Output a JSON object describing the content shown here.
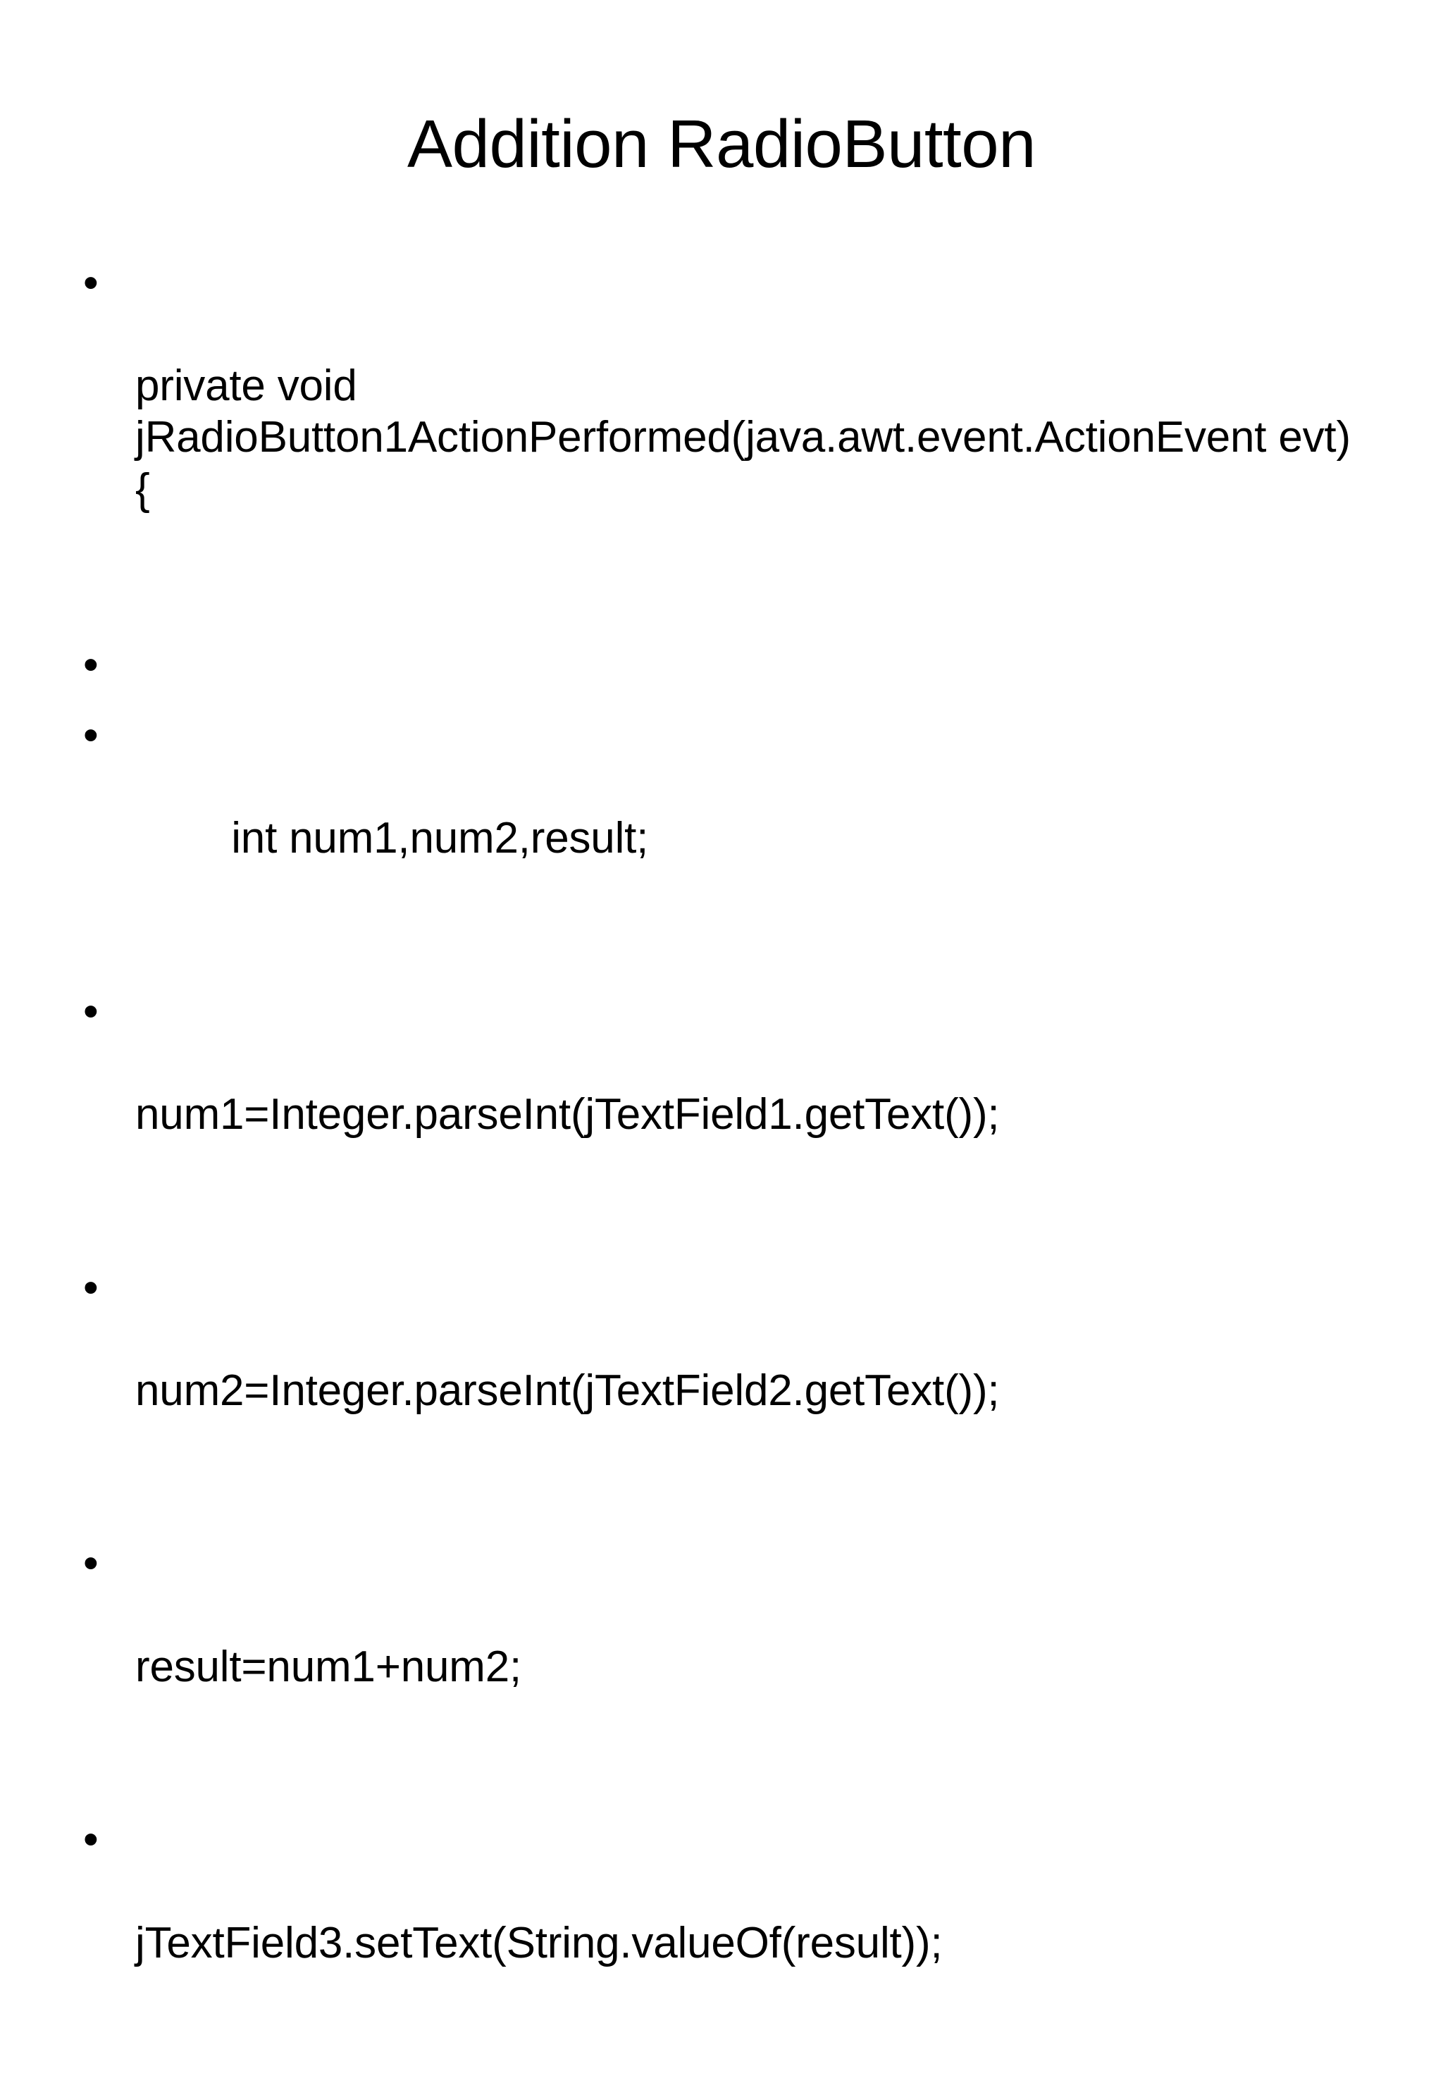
{
  "slide": {
    "title": "Addition RadioButton",
    "background_color": "#FFFFFF",
    "text_color": "#000000",
    "bullets": [
      {
        "id": "method-signature",
        "text": "private void jRadioButton1ActionPerformed(java.awt.event.ActionEvent evt) {",
        "wrapped_lines": [
          "private void",
          "jRadioButton1ActionPerformed(java.awt.event.A",
          "ctionEvent evt) {"
        ]
      },
      {
        "id": "spacer",
        "text": ""
      },
      {
        "id": "declare-vars",
        "text": "        int num1,num2,result;"
      },
      {
        "id": "parse-num1",
        "text": "num1=Integer.parseInt(jTextField1.getText());"
      },
      {
        "id": "parse-num2",
        "text": "num2=Integer.parseInt(jTextField2.getText());"
      },
      {
        "id": "compute-result",
        "text": "result=num1+num2;"
      },
      {
        "id": "display-result",
        "text": "jTextField3.setText(String.valueOf(result));"
      }
    ]
  }
}
